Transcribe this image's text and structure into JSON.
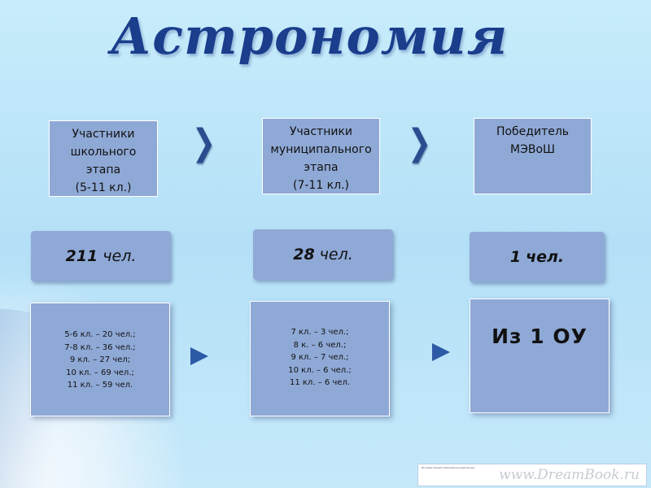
{
  "title": "Астрономия",
  "stages": [
    {
      "label": "Участники\nшкольного\nэтапа\n(5-11 кл.)"
    },
    {
      "label": "Участники\nмуниципального\nэтапа\n(7-11 кл.)"
    },
    {
      "label": "Победитель\nМЭВоШ"
    }
  ],
  "counts": [
    {
      "number": "211",
      "unit": "чел."
    },
    {
      "number": "28",
      "unit": "чел."
    },
    {
      "number": "1",
      "unit": "чел."
    }
  ],
  "details": [
    {
      "text": "5-6 кл. – 20 чел.;\n7-8 кл. – 36 чел.;\n9 кл. – 27 чел;\n10 кл. – 69 чел.;\n11 кл. – 59 чел."
    },
    {
      "text": "7 кл. – 3 чел.;\n8 к. – 6 чел.;\n9 кл. – 7 чел.;\n10 кл. – 6 чел.;\n11 кл. – 6 чел."
    },
    {
      "text": "Из 1 ОУ"
    }
  ],
  "watermark": {
    "text": "www.DreamBook.ru",
    "tiny": "Интерактивный образовательный ресурс"
  },
  "colors": {
    "background": "#c8ecfb",
    "box": "#8fa9d6",
    "title": "#1a3d8c",
    "arrow": "#2b4c8f"
  },
  "icons": {
    "stage_arrow": "chevron-right-icon",
    "detail_arrow": "triangle-right-icon"
  }
}
